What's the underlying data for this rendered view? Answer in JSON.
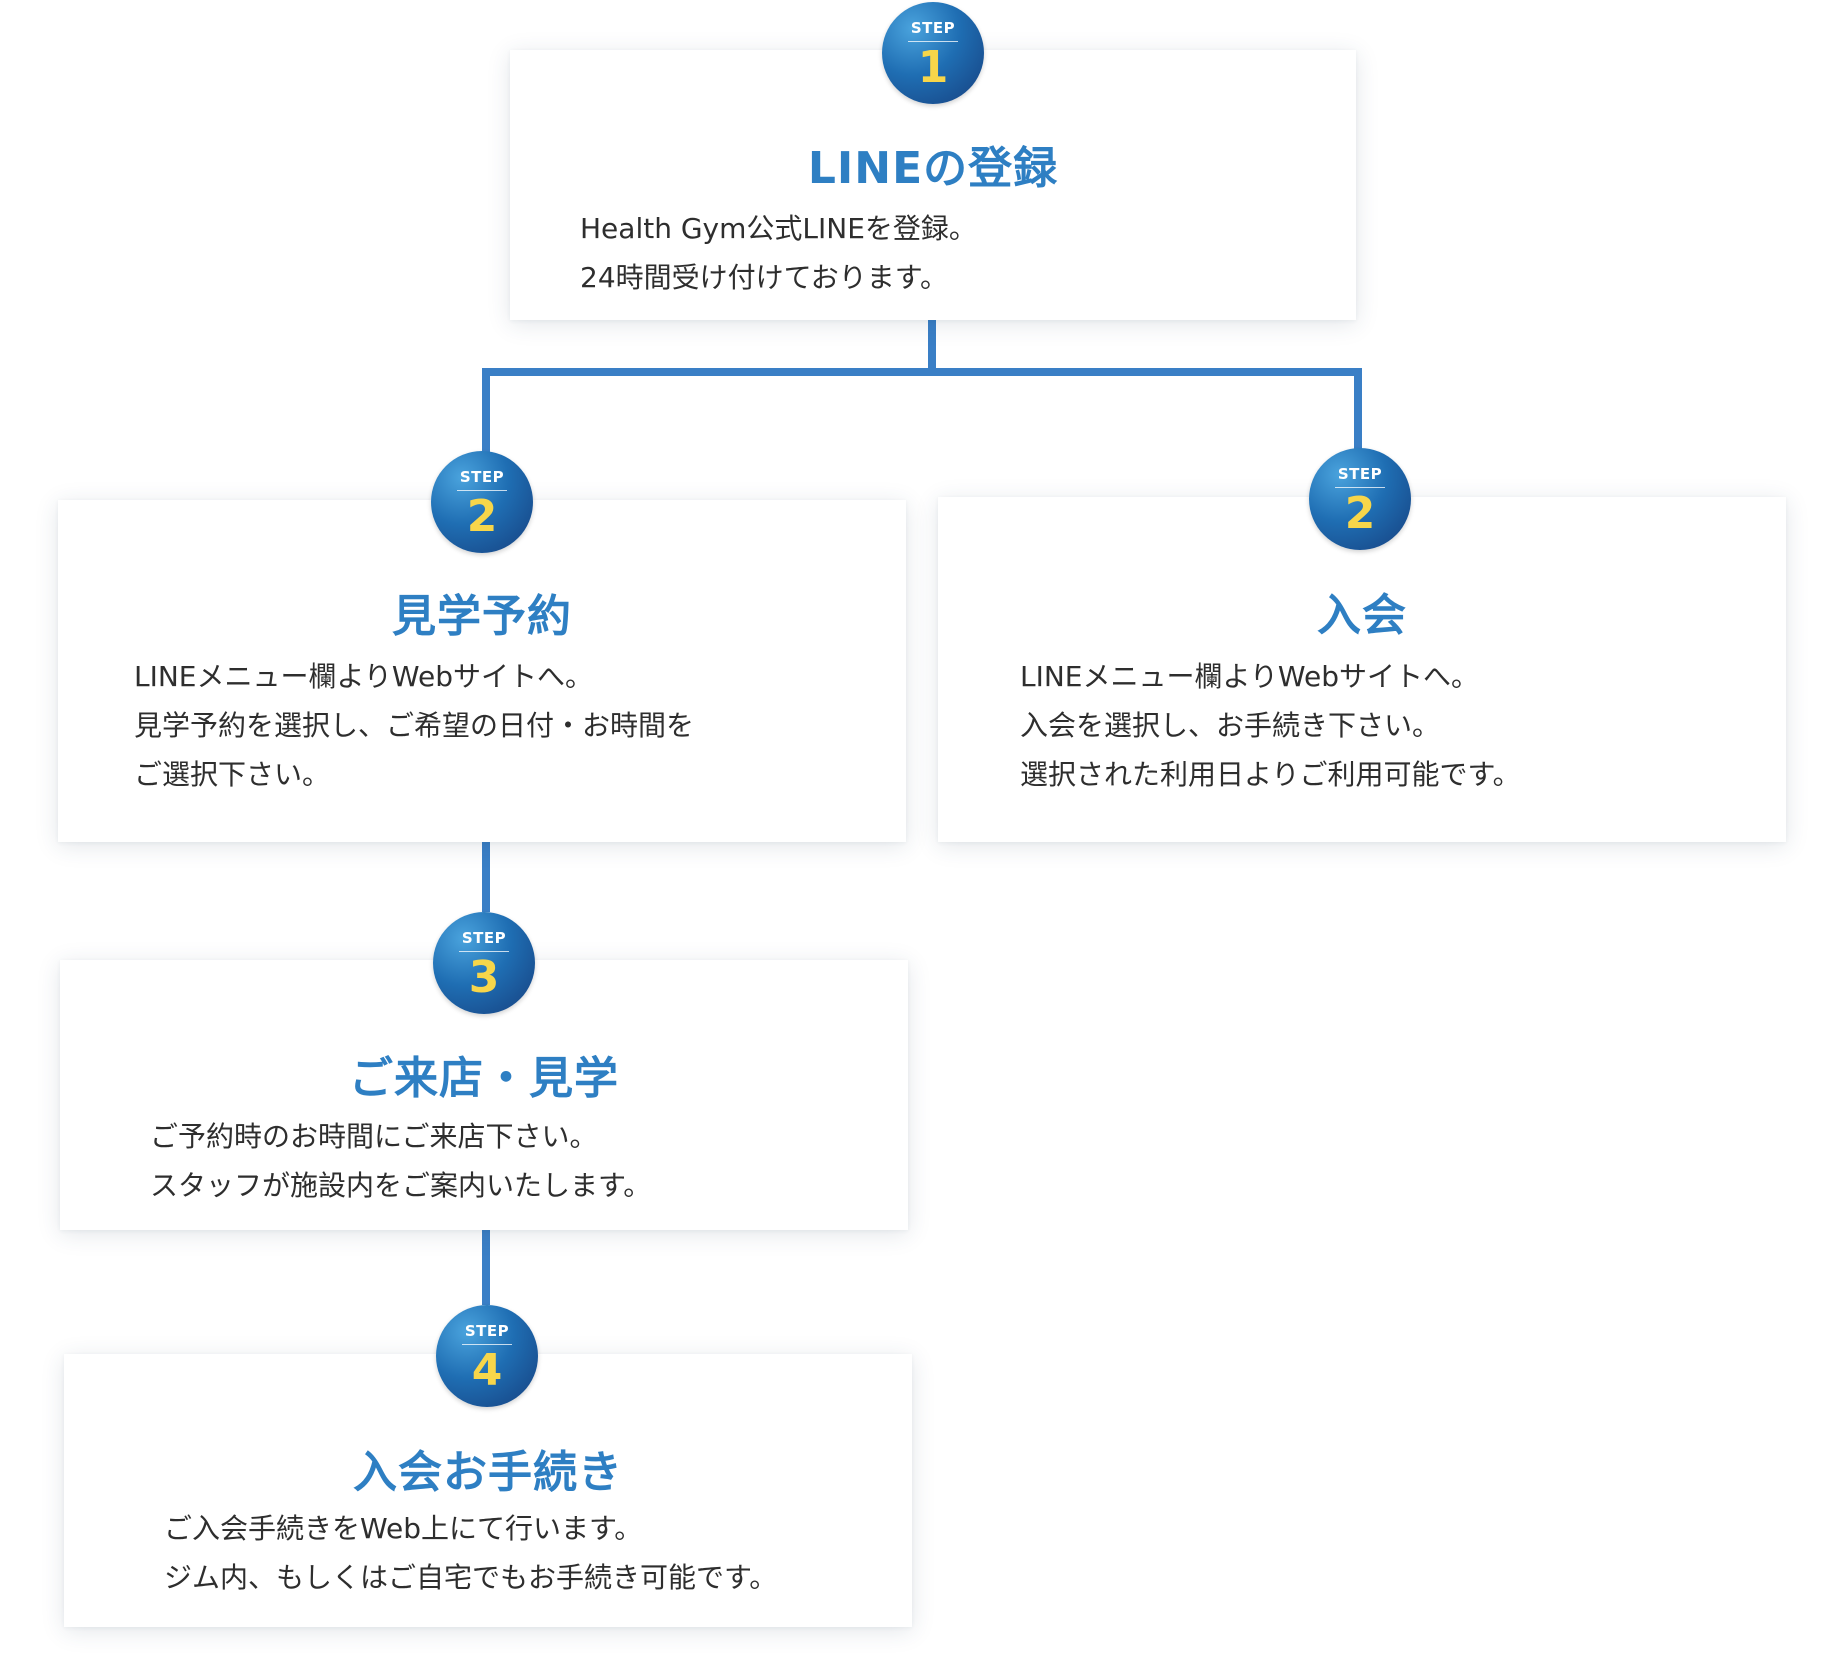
{
  "theme": {
    "accent": "#2e7fc3",
    "connector": "#3a7fc6",
    "badge_number": "#f7d64a",
    "text": "#2e2e2e"
  },
  "steps": [
    {
      "step_label": "STEP",
      "number": "1",
      "title": "LINEの登録",
      "lines": [
        "Health Gym公式LINEを登録。",
        "24時間受け付けております。"
      ]
    },
    {
      "step_label": "STEP",
      "number": "2",
      "title": "見学予約",
      "lines": [
        "LINEメニュー欄よりWebサイトへ。",
        "見学予約を選択し、ご希望の日付・お時間を",
        "ご選択下さい。"
      ]
    },
    {
      "step_label": "STEP",
      "number": "2",
      "title": "入会",
      "lines": [
        "LINEメニュー欄よりWebサイトへ。",
        "入会を選択し、お手続き下さい。",
        "選択された利用日よりご利用可能です。"
      ]
    },
    {
      "step_label": "STEP",
      "number": "3",
      "title": "ご来店・見学",
      "lines": [
        "ご予約時のお時間にご来店下さい。",
        "スタッフが施設内をご案内いたします。"
      ]
    },
    {
      "step_label": "STEP",
      "number": "4",
      "title": "入会お手続き",
      "lines": [
        "ご入会手続きをWeb上にて行います。",
        "ジム内、もしくはご自宅でもお手続き可能です。"
      ]
    }
  ]
}
